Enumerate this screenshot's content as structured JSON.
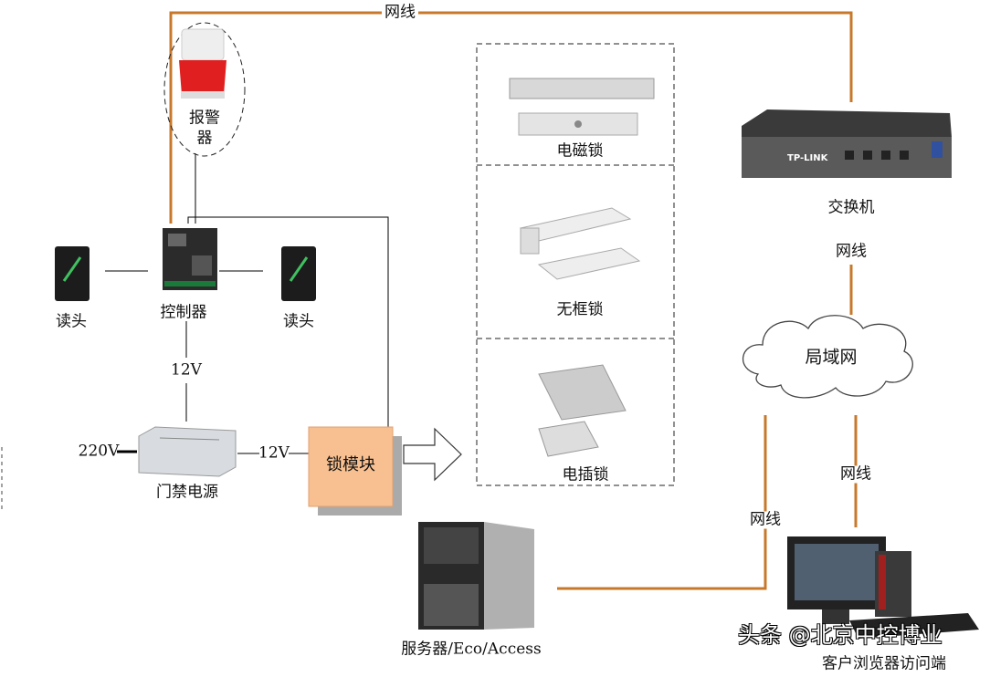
{
  "colors": {
    "network_line": "#c8782a",
    "lock_module": "#f8c090",
    "alarm": "#e02020",
    "wire": "#000000"
  },
  "labels": {
    "top_cable": "网线",
    "alarm_line1": "报警",
    "alarm_line2": "器",
    "controller": "控制器",
    "reader_left": "读头",
    "reader_right": "读头",
    "controller_voltage": "12V",
    "power_supply": "门禁电源",
    "mains_voltage": "220V",
    "lock_voltage": "12V",
    "lock_module": "锁模块",
    "magnetic_lock": "电磁锁",
    "frameless_lock": "无框锁",
    "bolt_lock": "电插锁",
    "switch": "交换机",
    "switch_cable": "网线",
    "lan": "局域网",
    "client_cable": "网线",
    "server_cable": "网线",
    "server": "服务器/Eco/Access",
    "client": "客户浏览器访问端",
    "switch_brand": "TP-LINK"
  },
  "watermark": "头条 @北京中控博业"
}
